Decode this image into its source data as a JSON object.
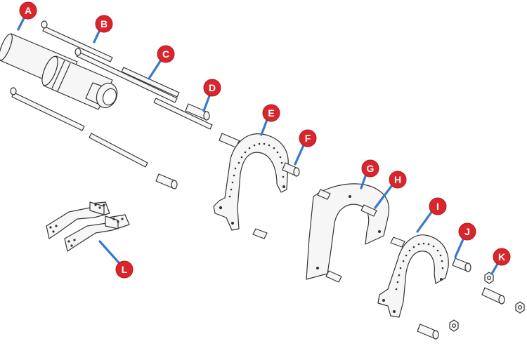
{
  "colors": {
    "callout_fill": "#d9262c",
    "callout_text": "#ffffff",
    "leader_line": "#3a78c9",
    "part_stroke": "#333333",
    "part_fill": "#f6f6f6"
  },
  "callouts": [
    {
      "id": "a",
      "label": "A"
    },
    {
      "id": "b",
      "label": "B"
    },
    {
      "id": "c",
      "label": "C"
    },
    {
      "id": "d",
      "label": "D"
    },
    {
      "id": "e",
      "label": "E"
    },
    {
      "id": "f",
      "label": "F"
    },
    {
      "id": "g",
      "label": "G"
    },
    {
      "id": "h",
      "label": "H"
    },
    {
      "id": "i",
      "label": "I"
    },
    {
      "id": "j",
      "label": "J"
    },
    {
      "id": "k",
      "label": "K"
    },
    {
      "id": "l",
      "label": "L"
    }
  ]
}
